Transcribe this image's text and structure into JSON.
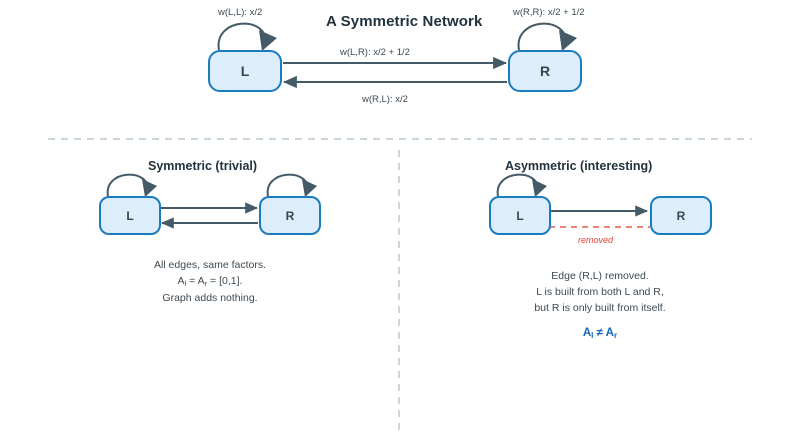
{
  "diagram": {
    "title": "A Symmetric Network",
    "top_network": {
      "nodes": [
        {
          "id": "L",
          "label": "L"
        },
        {
          "id": "R",
          "label": "R"
        }
      ],
      "edges": [
        {
          "name": "self-loop-L",
          "from": "L",
          "to": "L",
          "label": "w(L,L): x/2"
        },
        {
          "name": "self-loop-R",
          "from": "R",
          "to": "R",
          "label": "w(R,R): x/2 + 1/2"
        },
        {
          "name": "edge-L-to-R",
          "from": "L",
          "to": "R",
          "label": "w(L,R): x/2 + 1/2"
        },
        {
          "name": "edge-R-to-L",
          "from": "R",
          "to": "L",
          "label": "w(R,L): x/2"
        }
      ]
    },
    "panels": [
      {
        "key": "symmetric",
        "title": "Symmetric (trivial)",
        "nodes": [
          {
            "id": "L",
            "label": "L"
          },
          {
            "id": "R",
            "label": "R"
          }
        ],
        "edges": [
          {
            "name": "self-loop-L",
            "from": "L",
            "to": "L"
          },
          {
            "name": "self-loop-R",
            "from": "R",
            "to": "R"
          },
          {
            "name": "edge-L-to-R",
            "from": "L",
            "to": "R"
          },
          {
            "name": "edge-R-to-L",
            "from": "R",
            "to": "L"
          }
        ],
        "caption_lines": [
          "All edges, same factors.",
          "Graph adds nothing."
        ],
        "formula_prefix": "A",
        "formula_sub_left": "l",
        "formula_mid": " = A",
        "formula_sub_right": "r",
        "formula_suffix": " = [0,1]."
      },
      {
        "key": "asymmetric",
        "title": "Asymmetric (interesting)",
        "nodes": [
          {
            "id": "L",
            "label": "L"
          },
          {
            "id": "R",
            "label": "R"
          }
        ],
        "edges": [
          {
            "name": "self-loop-L",
            "from": "L",
            "to": "L"
          },
          {
            "name": "edge-L-to-R",
            "from": "L",
            "to": "R"
          },
          {
            "name": "edge-R-to-L-removed",
            "from": "R",
            "to": "L",
            "label": "removed",
            "state": "removed"
          }
        ],
        "caption_lines": [
          "Edge (R,L) removed.",
          "L is built from both L and R,",
          "but R is only built from itself."
        ],
        "accent_prefix": "A",
        "accent_sub_left": "l",
        "accent_mid": " ≠ A",
        "accent_sub_right": "r"
      }
    ],
    "colors": {
      "node_fill": "#dceefb",
      "node_border": "#1a7bbf",
      "edge": "#445a66",
      "removed_edge": "#ef8178",
      "removed_text": "#e8443a",
      "accent_text": "#1565c0",
      "divider": "#ccd6dd",
      "title_text": "#22333e",
      "body_text": "#3c4a52"
    }
  }
}
